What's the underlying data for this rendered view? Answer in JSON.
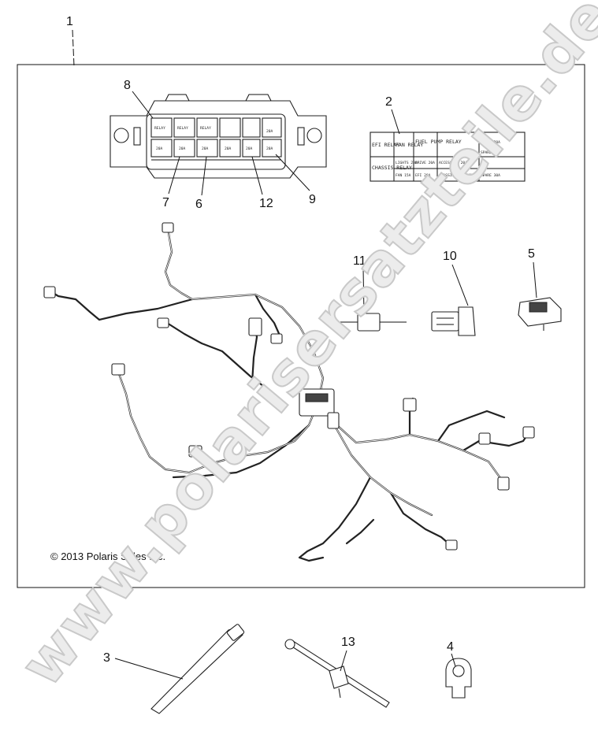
{
  "copyright": "© 2013 Polaris Sales Inc.",
  "watermark": "www.polarisersatzteile.de",
  "callouts": {
    "c1": "1",
    "c2": "2",
    "c3": "3",
    "c4": "4",
    "c5": "5",
    "c6": "6",
    "c7": "7",
    "c8": "8",
    "c9": "9",
    "c10": "10",
    "c11": "11",
    "c12": "12",
    "c13": "13"
  },
  "fuse_box": {
    "top_row": [
      "RELAY",
      "RELAY",
      "RELAY",
      "",
      "",
      "20A"
    ],
    "bottom_row": [
      "20A",
      "20A",
      "20A",
      "20A",
      "20A",
      "20A"
    ]
  },
  "decal": {
    "efi_relay": "EFI RELAY",
    "fan_relay": "FAN RELAY",
    "fuel_pump_relay": "FUEL PUMP RELAY",
    "chassis_relay": "CHASSIS RELAY",
    "lights": "LIGHTS 20A",
    "drive": "DRIVE 20A",
    "accessory": "ACCESSORY 20A",
    "spare_a": "SPARE 20A",
    "fan": "FAN 15A",
    "efi": "EFI 20A",
    "chassis": "CHASSIS 20A",
    "pump": "FUEL PUMP 15A",
    "spare_b": "SPARE 30A",
    "spare_c": "SPARE 20A"
  }
}
